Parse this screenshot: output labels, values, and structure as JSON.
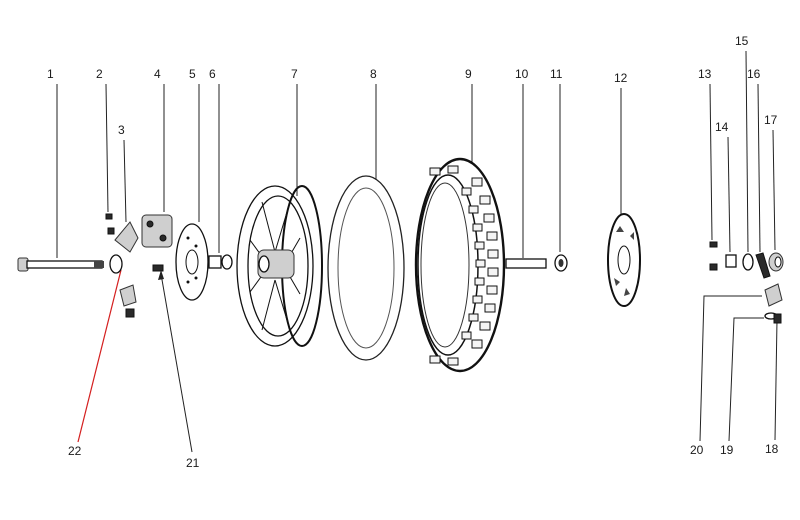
{
  "labels": {
    "l1": "1",
    "l2": "2",
    "l3": "3",
    "l4": "4",
    "l5": "5",
    "l6": "6",
    "l7": "7",
    "l8": "8",
    "l9": "9",
    "l10": "10",
    "l11": "11",
    "l12": "12",
    "l13": "13",
    "l14": "14",
    "l15": "15",
    "l16": "16",
    "l17": "17",
    "l18": "18",
    "l19": "19",
    "l20": "20",
    "l21": "21",
    "l22": "22"
  },
  "colors": {
    "leader": "#222222",
    "highlight_leader": "#d42020"
  }
}
